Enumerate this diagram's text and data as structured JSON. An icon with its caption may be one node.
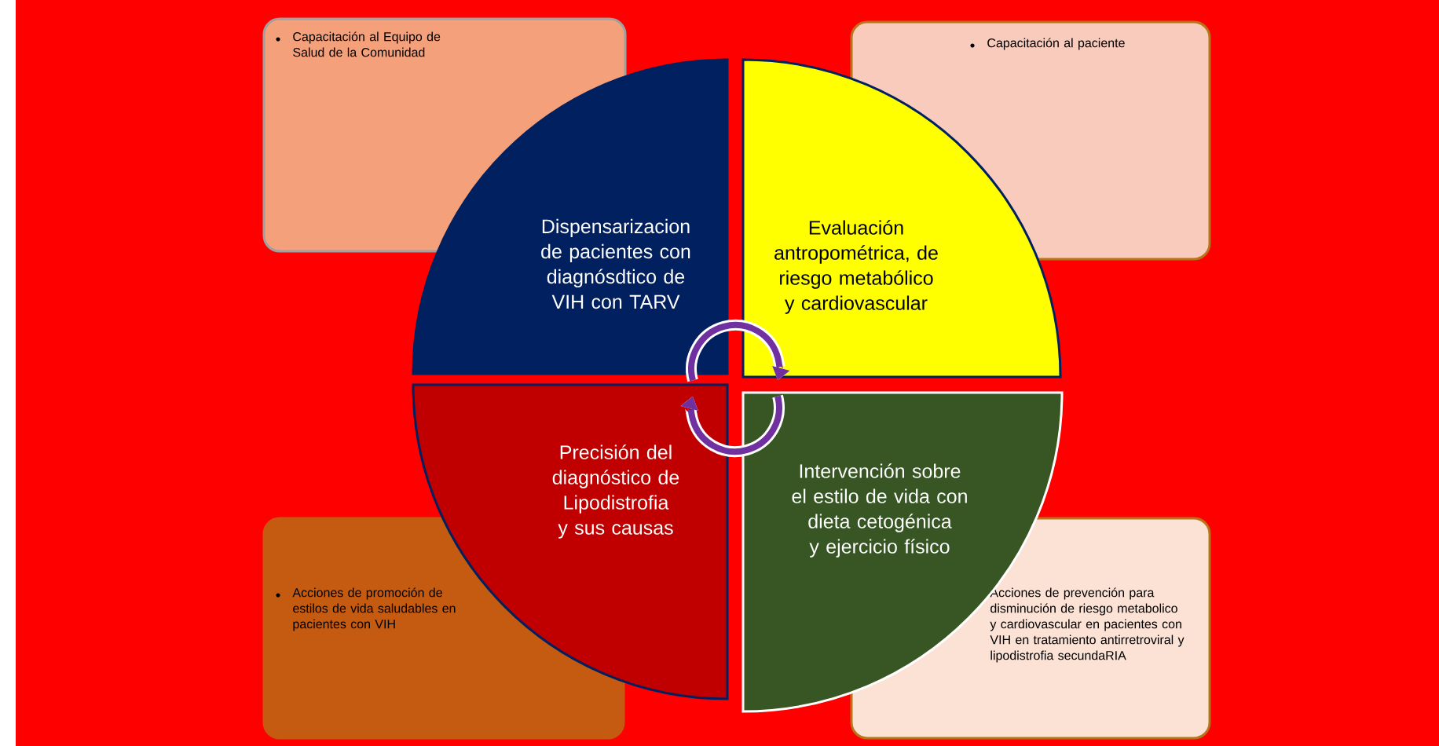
{
  "diagram": {
    "nodes": [
      {
        "text": [
          "Capacitación al Equipo de Salud de la Comunidad"
        ]
      },
      {
        "text": [
          "Capacitación al paciente"
        ]
      },
      {
        "text": [
          "Dispensarizacion de pacientes con diagnósdtico de VIH con TARV"
        ]
      },
      {
        "text": [
          "Evaluación antropométrica, de riesgo metabólico y cardiovascular"
        ]
      },
      {
        "text": [
          "Precisión del diagnóstico de Lipodistrofia y sus causas"
        ]
      },
      {
        "text": [
          "Intervención sobre el estilo de vida con dieta cetogénica y ejercicio físico"
        ]
      },
      {
        "text": [
          "Acciones de promoción de estilos de vida saludables en pacientes con VIH"
        ]
      },
      {
        "text": [
          "Acciones de prevención  para disminución de riesgo metabolico y cardiovascular en pacientes con  VIH en tratamiento antirretroviral y lipodistrofia secundaRIA"
        ]
      }
    ],
    "edges": [
      {
        "from": 2,
        "to": 3,
        "arrow": "to"
      },
      {
        "from": 5,
        "to": 4,
        "arrow": "to"
      }
    ]
  }
}
